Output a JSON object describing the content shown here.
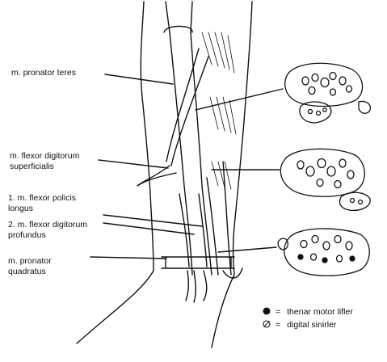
{
  "labels": {
    "pronator_teres": "m. pronator teres",
    "fds_line1": "m. flexor digitorum",
    "fds_line2": "superficialis",
    "fpl_line1": "1. m. flexor policis",
    "fpl_line2": "longus",
    "fdp_line1": "2. m. flexor digitorum",
    "fdp_line2": "profundus",
    "pq_line1": "m. pronator",
    "pq_line2": "quadratus"
  },
  "legend": {
    "motor_equals": "=",
    "motor_text": "thenar motor lifler",
    "digital_equals": "=",
    "digital_text": "digital sinirler"
  },
  "colors": {
    "ink": "#111111",
    "background": "#ffffff"
  },
  "icons": {
    "motor": "filled-circle-icon",
    "digital": "slashed-circle-icon"
  }
}
